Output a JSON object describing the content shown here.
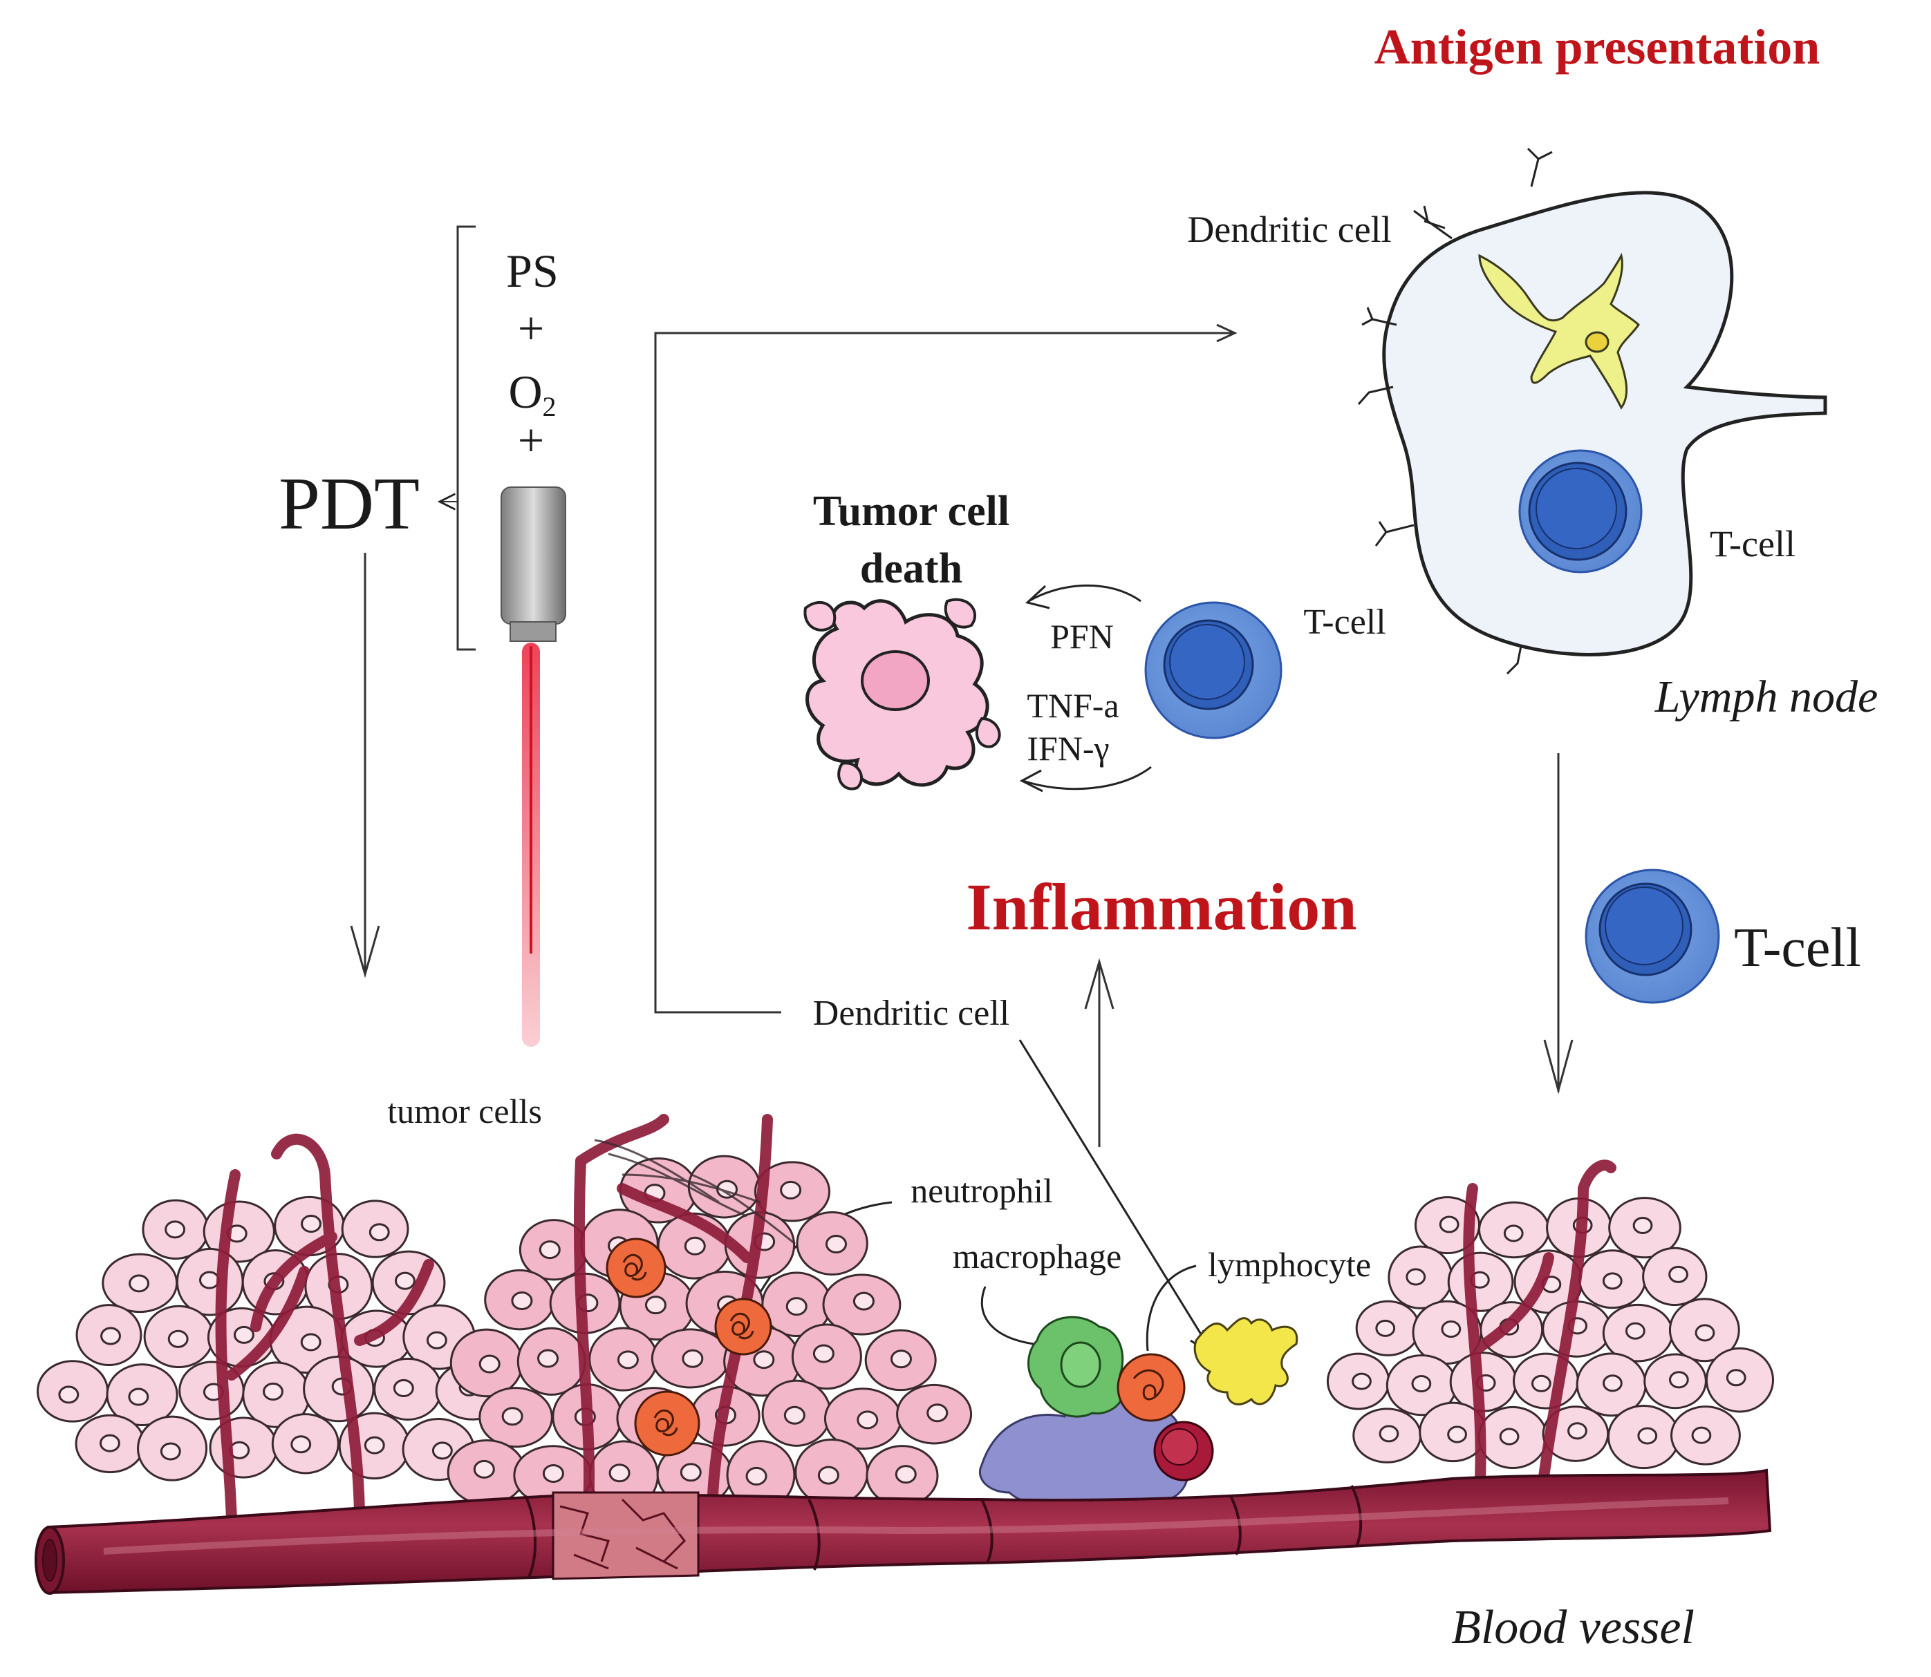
{
  "headings": {
    "antigen_presentation": "Antigen presentation",
    "inflammation": "Inflammation",
    "tumor_cell_death_line1": "Tumor cell",
    "tumor_cell_death_line2": "death"
  },
  "pdt": {
    "label": "PDT",
    "ps": "PS",
    "plus1": "+",
    "o2": "O",
    "o2_subscript": "2",
    "plus2": "+"
  },
  "labels": {
    "dendritic_cell_top": "Dendritic cell",
    "t_cell_lymph": "T-cell",
    "t_cell_mid": "T-cell",
    "t_cell_right": "T-cell",
    "lymph_node": "Lymph node",
    "pfn": "PFN",
    "tnf": "TNF-a",
    "ifn": "IFN-γ",
    "dendritic_cell_bottom": "Dendritic cell",
    "tumor_cells": "tumor cells",
    "neutrophil": "neutrophil",
    "macrophage": "macrophage",
    "lymphocyte": "lymphocyte",
    "blood_vessel": "Blood vessel"
  },
  "colors": {
    "heading_red": "#c0141b",
    "vessel": "#8e1c3a",
    "tumor_pink": "#f4c9d6",
    "t_cell_blue": "#2f5fb8",
    "lymph_fill": "#eef3fa",
    "dendritic_yellow": "#eef08a",
    "neutrophil_orange": "#ee6a3c",
    "macrophage_green": "#6cc26a",
    "laser_red": "#e8233a"
  }
}
